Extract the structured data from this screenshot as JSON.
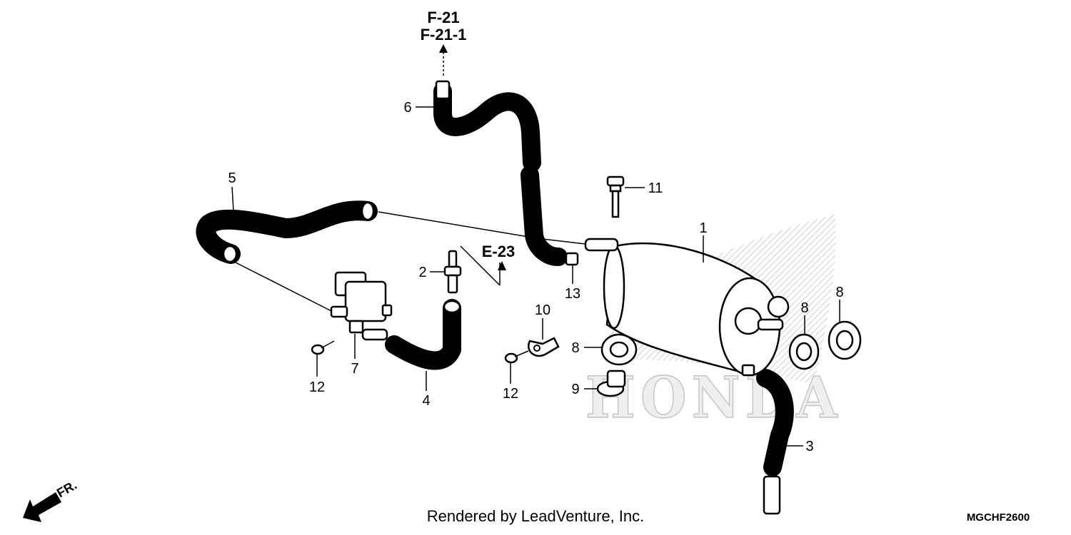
{
  "references": {
    "f21": "F-21",
    "f21_1": "F-21-1",
    "e23": "E-23"
  },
  "callouts": {
    "c1": "1",
    "c2": "2",
    "c3": "3",
    "c4": "4",
    "c5": "5",
    "c6": "6",
    "c7": "7",
    "c8_a": "8",
    "c8_b": "8",
    "c8_c": "8",
    "c9": "9",
    "c10": "10",
    "c11": "11",
    "c12_a": "12",
    "c12_b": "12",
    "c13": "13"
  },
  "watermark": {
    "brand": "HONDA"
  },
  "direction": {
    "label": "FR."
  },
  "footer": {
    "credit": "Rendered by LeadVenture, Inc.",
    "diagram_code": "MGCHF2600"
  },
  "icons": [
    "front-direction-arrow-icon",
    "honda-wing-watermark-icon",
    "reference-arrow-icon"
  ]
}
